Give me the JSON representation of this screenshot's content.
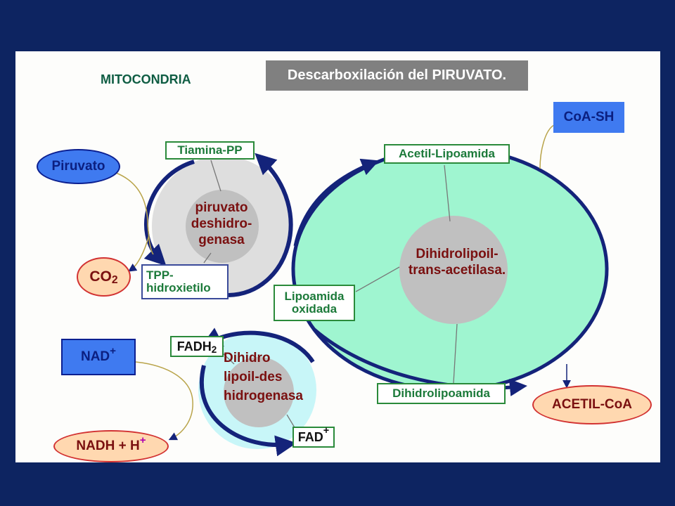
{
  "title": "Descarboxilación del PIRUVATO.",
  "location_label": "MITOCONDRIA",
  "colors": {
    "background": "#0d2461",
    "panel": "#fdfdfb",
    "title_bg": "#808080",
    "enzyme_text": "#7a1010",
    "label_green": "#1c7a3a",
    "arrow": "#14237a",
    "transacetylase_fill": "#9ff5d0",
    "decarboxylase_fill": "#dedede",
    "dehydrogenase_fill": "#c8f6f8",
    "core": "#c0c0c0"
  },
  "enzymes": {
    "decarboxylase": {
      "line1": "piruvato",
      "line2": "deshidro-",
      "line3": "genasa"
    },
    "transacetylase": {
      "line1": "Dihidrolipoil-",
      "line2": "trans-acetilasa."
    },
    "dehydrogenase": {
      "line1": "Dihidro",
      "line2": "lipoil-des",
      "line3": "hidrogenasa"
    }
  },
  "intermediates": {
    "tiamina_pp": "Tiamina-PP",
    "tpp_hidroxietilo": {
      "line1": "TPP-",
      "line2": "hidroxietilo"
    },
    "acetil_lipoamida": "Acetil-Lipoamida",
    "lipoamida_oxidada": {
      "line1": "Lipoamida",
      "line2": "oxidada"
    },
    "dihidrolipoamida": "Dihidrolipoamida",
    "fadh2": {
      "base": "FADH",
      "sub": "2"
    },
    "fad_plus": {
      "base": "FAD",
      "sup": "+"
    }
  },
  "inputs": {
    "piruvato": "Piruvato",
    "coa_sh": "CoA-SH",
    "nad": {
      "base": "NAD",
      "sup": "+"
    }
  },
  "outputs": {
    "co2": {
      "base": "CO",
      "sub": "2"
    },
    "acetil_coa": "ACETIL-CoA",
    "nadh": {
      "base": "NADH + H",
      "sup": "+"
    }
  }
}
